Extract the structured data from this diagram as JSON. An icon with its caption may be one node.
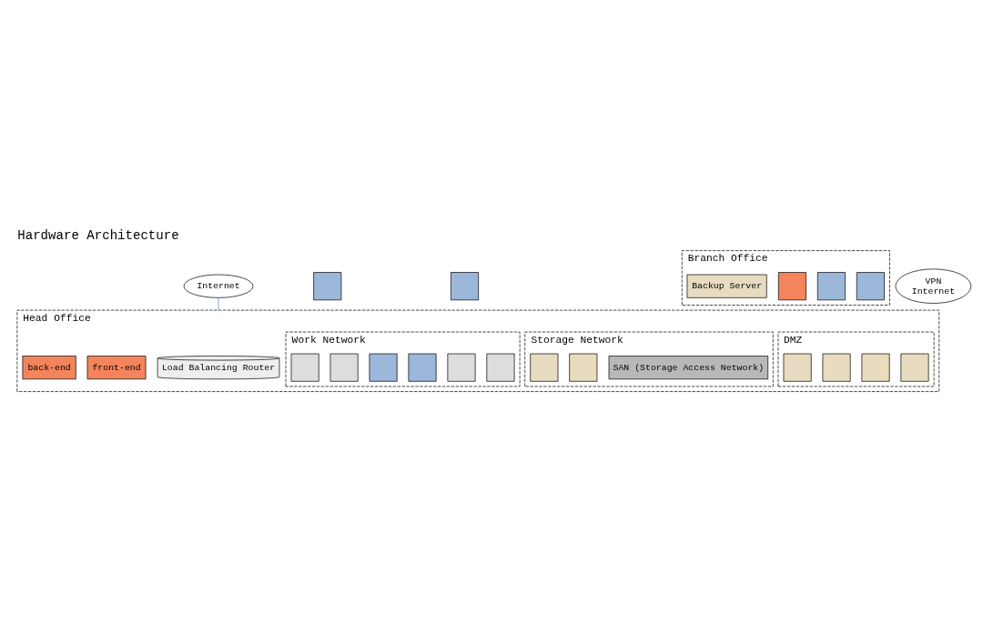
{
  "diagram": {
    "title": "Hardware Architecture",
    "nodes": [
      {
        "text": [
          "Head Office"
        ]
      },
      {
        "text": [
          "DMZ"
        ],
        "in": 0
      },
      {
        "text": [],
        "shape": "box",
        "in": 1
      },
      {
        "text": [],
        "shape": "box",
        "in": 1
      },
      {
        "text": [],
        "shape": "box",
        "in": 1
      },
      {
        "text": [],
        "shape": "box",
        "in": 1
      },
      {
        "text": [
          "Storage Network"
        ],
        "in": 0
      },
      {
        "text": [
          "SAN (Storage Access Network)"
        ],
        "in": 6
      },
      {
        "text": [],
        "shape": "box",
        "in": 6
      },
      {
        "text": [],
        "shape": "box",
        "in": 6
      },
      {
        "text": [
          "Work Network"
        ],
        "in": 0
      },
      {
        "text": [],
        "shape": "box",
        "in": 10
      },
      {
        "text": [],
        "shape": "box",
        "in": 10
      },
      {
        "text": [],
        "shape": "box",
        "in": 10
      },
      {
        "text": [],
        "shape": "box",
        "in": 10
      },
      {
        "text": [],
        "shape": "box",
        "in": 10
      },
      {
        "text": [],
        "shape": "box",
        "in": 10
      },
      {
        "text": [
          "Load Balancing Router"
        ],
        "in": 0
      },
      {
        "text": [
          "front-end"
        ],
        "in": 0
      },
      {
        "text": [
          "back-end"
        ],
        "in": 0
      },
      {
        "text": [
          "Internet"
        ]
      },
      {
        "text": [],
        "shape": "box"
      },
      {
        "text": [],
        "shape": "box"
      },
      {
        "text": [
          "Branch Office"
        ]
      },
      {
        "text": [],
        "shape": "box",
        "in": 23
      },
      {
        "text": [],
        "shape": "box",
        "in": 23
      },
      {
        "text": [],
        "shape": "box",
        "in": 23
      },
      {
        "text": [
          "Backup Server"
        ],
        "in": 23
      },
      {
        "text": [
          "VPN",
          "Internet"
        ]
      }
    ],
    "edges": [
      {
        "from": 20,
        "to": 0,
        "arrow": "none",
        "color": "#4a7cc9"
      }
    ]
  }
}
